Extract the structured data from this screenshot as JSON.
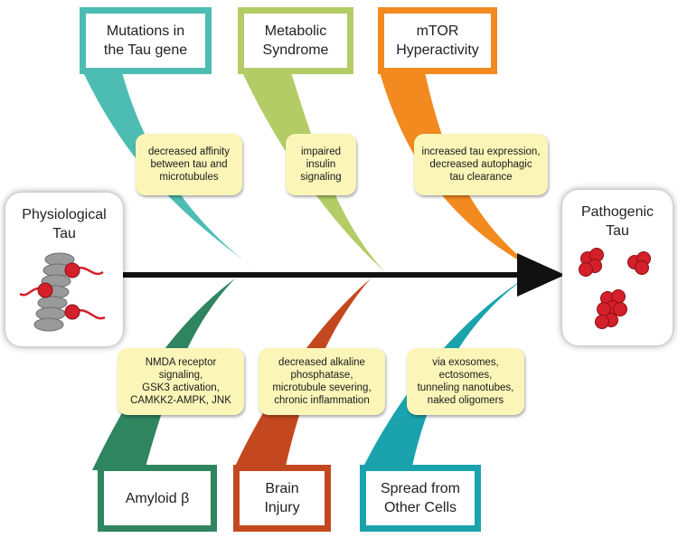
{
  "start": {
    "title": "Physiological\nTau"
  },
  "end": {
    "title": "Pathogenic\nTau"
  },
  "causes_top": [
    {
      "label": "Mutations in\nthe Tau gene",
      "note": "decreased affinity\nbetween tau and\nmicrotubules",
      "color": "#4dbdb3"
    },
    {
      "label": "Metabolic\nSyndrome",
      "note": "impaired\ninsulin\nsignaling",
      "color": "#b3cc66"
    },
    {
      "label": "mTOR\nHyperactivity",
      "note": "increased tau expression,\ndecreased autophagic\ntau clearance",
      "color": "#f28a1f"
    }
  ],
  "causes_bottom": [
    {
      "label": "Amyloid β",
      "note": "NMDA receptor\nsignaling,\nGSK3 activation,\nCAMKK2-AMPK, JNK",
      "color": "#2e8560"
    },
    {
      "label": "Brain\nInjury",
      "note": "decreased alkaline\nphosphatase,\nmicrotubule severing,\nchronic inflammation",
      "color": "#c4481f"
    },
    {
      "label": "Spread from\nOther Cells",
      "note": "via exosomes,\nectosomes,\ntunneling nanotubes,\nnaked oligomers",
      "color": "#1ba3ad"
    }
  ],
  "arrow_color": "#111111",
  "protein_color": "#d4202a",
  "microtubule_color": "#9a9a9a"
}
